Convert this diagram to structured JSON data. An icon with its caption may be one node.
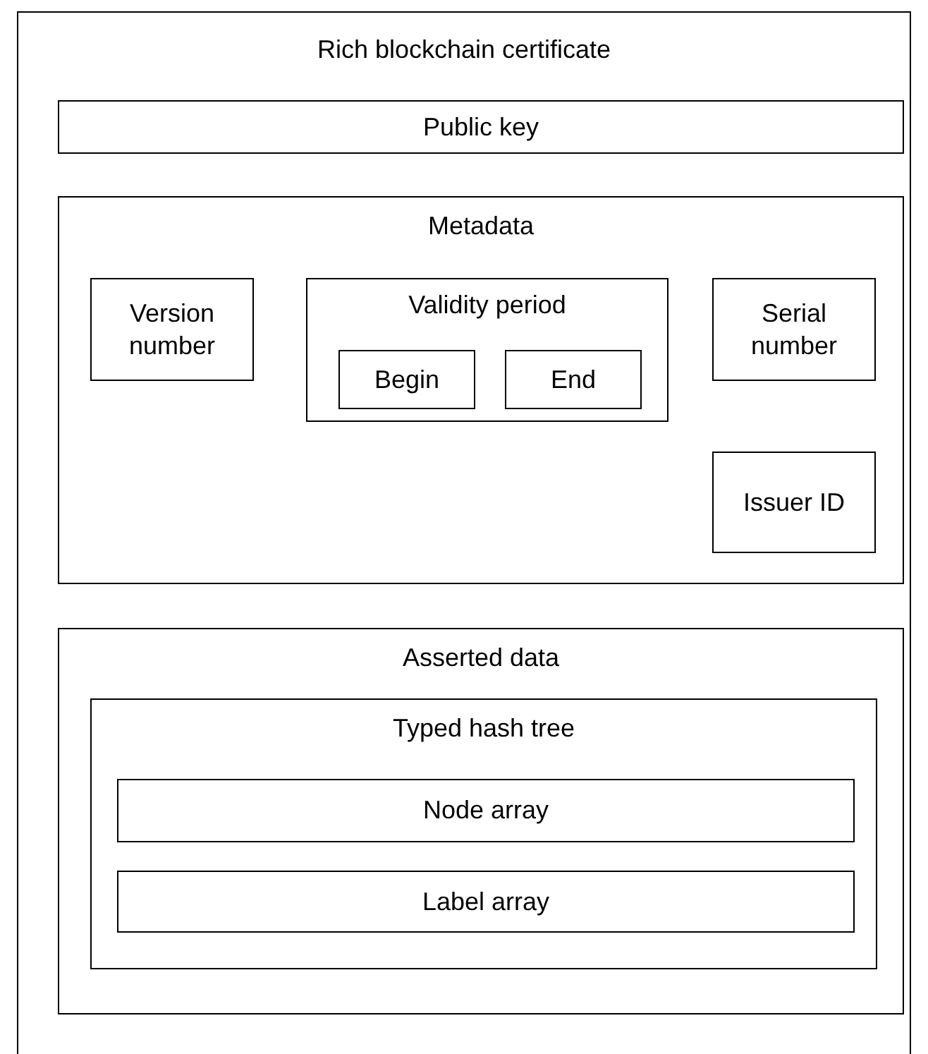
{
  "diagram": {
    "nodes": [
      {
        "text": [
          "Rich blockchain certificate"
        ]
      },
      {
        "text": [
          "Public key"
        ],
        "in": 0
      },
      {
        "text": [
          "Metadata"
        ],
        "in": 0
      },
      {
        "text": [
          "Version number"
        ],
        "in": 2
      },
      {
        "text": [
          "Validity period"
        ],
        "in": 2
      },
      {
        "text": [
          "Begin"
        ],
        "in": 4
      },
      {
        "text": [
          "End"
        ],
        "in": 4
      },
      {
        "text": [
          "Serial number"
        ],
        "in": 2
      },
      {
        "text": [
          "Issuer ID"
        ],
        "in": 2
      },
      {
        "text": [
          "Asserted data"
        ],
        "in": 0
      },
      {
        "text": [
          "Typed hash tree"
        ],
        "in": 9
      },
      {
        "text": [
          "Node array"
        ],
        "in": 10
      },
      {
        "text": [
          "Label array"
        ],
        "in": 10
      }
    ]
  }
}
